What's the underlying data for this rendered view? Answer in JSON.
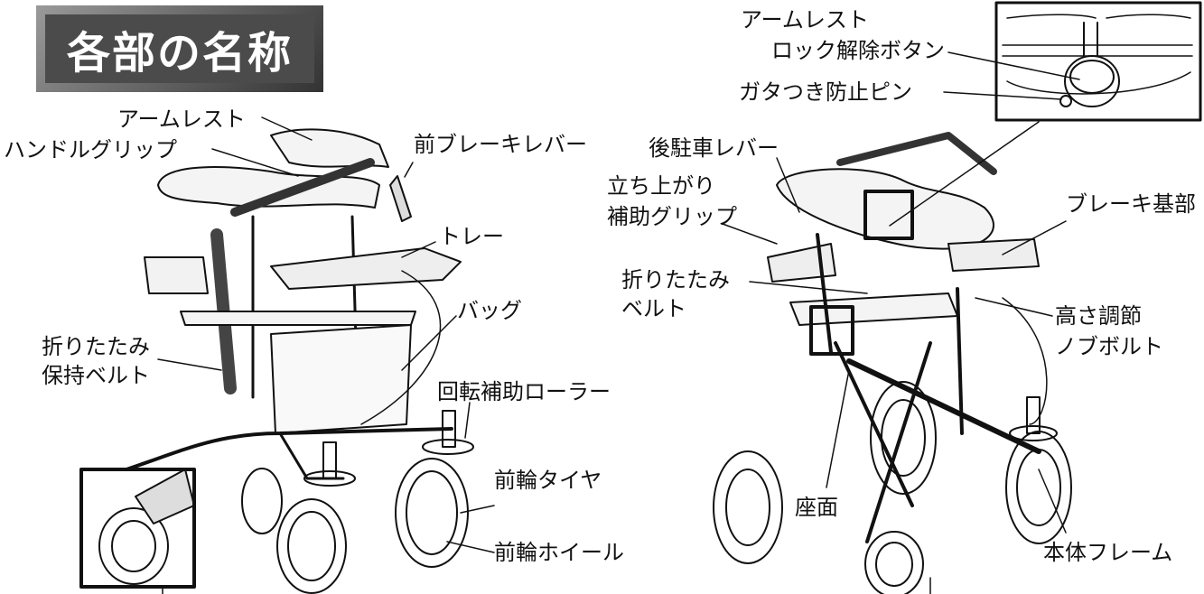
{
  "title": "各部の名称",
  "left_labels": {
    "armrest": "アームレスト",
    "handle_grip": "ハンドルグリップ",
    "front_brake_lever": "前ブレーキレバー",
    "tray": "トレー",
    "bag": "バッグ",
    "fold_hold_belt_1": "折りたたみ",
    "fold_hold_belt_2": "保持ベルト",
    "turn_roller": "回転補助ローラー",
    "front_tire": "前輪タイヤ",
    "front_wheel": "前輪ホイール"
  },
  "right_labels": {
    "armrest_lock_1": "アームレスト",
    "armrest_lock_2": "ロック解除ボタン",
    "anti_rattle_pin": "ガタつき防止ピン",
    "rear_parking_lever": "後駐車レバー",
    "standup_grip_1": "立ち上がり",
    "standup_grip_2": "補助グリップ",
    "brake_base": "ブレーキ基部",
    "fold_belt_1": "折りたたみ",
    "fold_belt_2": "ベルト",
    "height_bolt_1": "高さ調節",
    "height_bolt_2": "ノブボルト",
    "seat": "座面",
    "body_frame": "本体フレーム"
  }
}
